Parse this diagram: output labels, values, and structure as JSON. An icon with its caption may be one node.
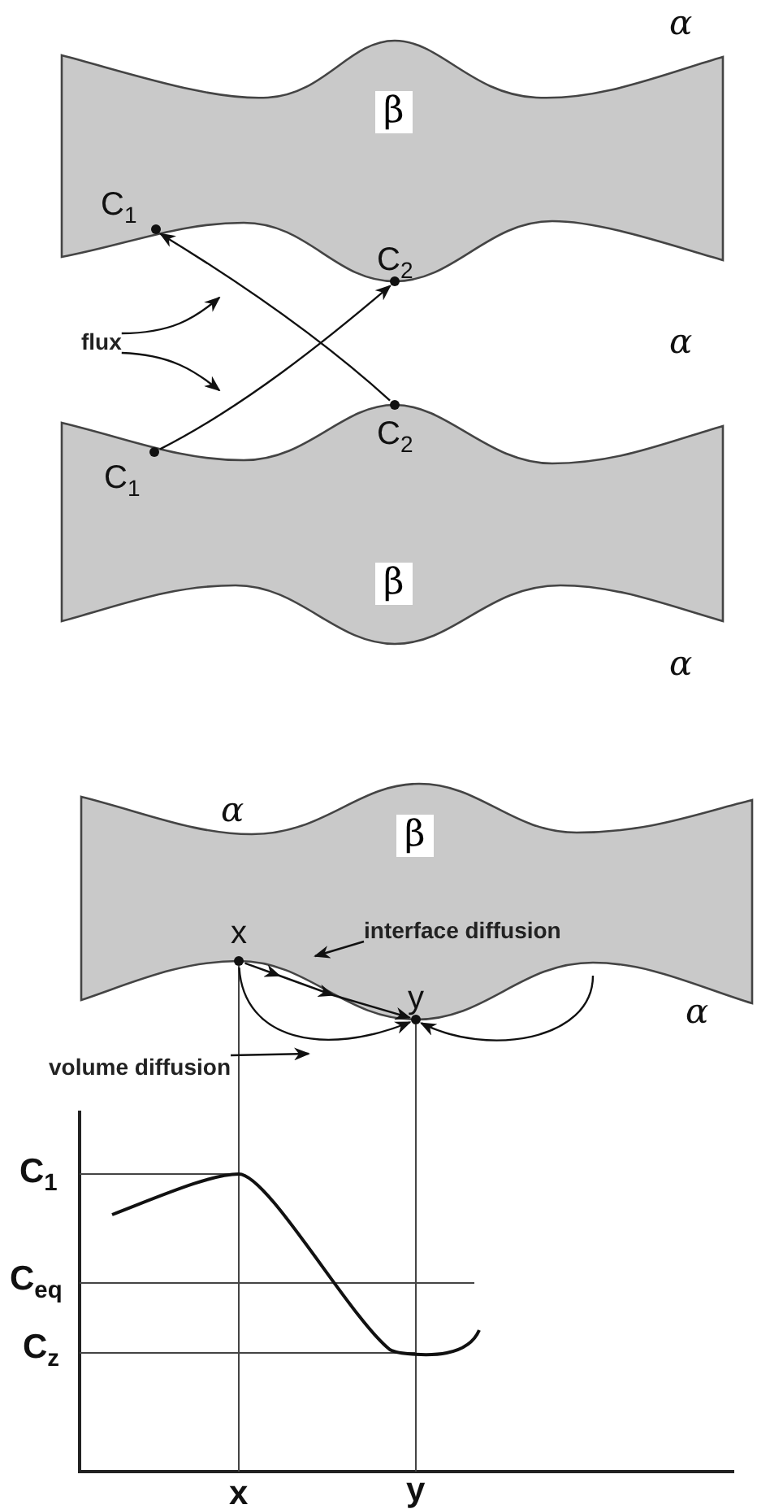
{
  "diagram": {
    "nodes": [
      {
        "text": [
          "β"
        ]
      },
      {
        "text": [
          "β"
        ]
      },
      {
        "text": [
          "β"
        ]
      },
      {
        "text": [
          "C$_{1}$"
        ],
        "in": 0
      },
      {
        "text": [
          "C$_{2}$"
        ],
        "in": 0
      },
      {
        "text": [
          "C$_{1}$"
        ],
        "in": 1
      },
      {
        "text": [
          "C$_{2}$"
        ],
        "in": 1
      },
      {
        "text": [
          "flux"
        ]
      },
      {
        "text": [
          "x"
        ],
        "in": 2
      },
      {
        "text": [
          "y"
        ],
        "in": 2
      },
      {
        "text": [
          "interface diffusion"
        ],
        "in": 2
      },
      {
        "text": [
          "volume diffusion"
        ]
      }
    ],
    "edges": [
      {
        "from": 5,
        "to": 4,
        "arrow": "to"
      },
      {
        "from": 6,
        "to": 3,
        "arrow": "to"
      },
      {
        "from": 7,
        "to": null,
        "arrow": "to"
      },
      {
        "from": 7,
        "to": null,
        "arrow": "to"
      },
      {
        "from": 8,
        "to": 9,
        "arrow": "to"
      },
      {
        "from": 8,
        "to": 9,
        "arrow": "to"
      },
      {
        "from": null,
        "to": 9,
        "arrow": "to"
      },
      {
        "from": 10,
        "to": 2,
        "arrow": "to"
      },
      {
        "from": 11,
        "to": null,
        "arrow": "to"
      }
    ],
    "labels": [
      "α",
      "α",
      "α",
      "α",
      "α",
      "C$_{1}$",
      "C$_{eq}$",
      "C$_{z}$",
      "x",
      "y"
    ]
  }
}
